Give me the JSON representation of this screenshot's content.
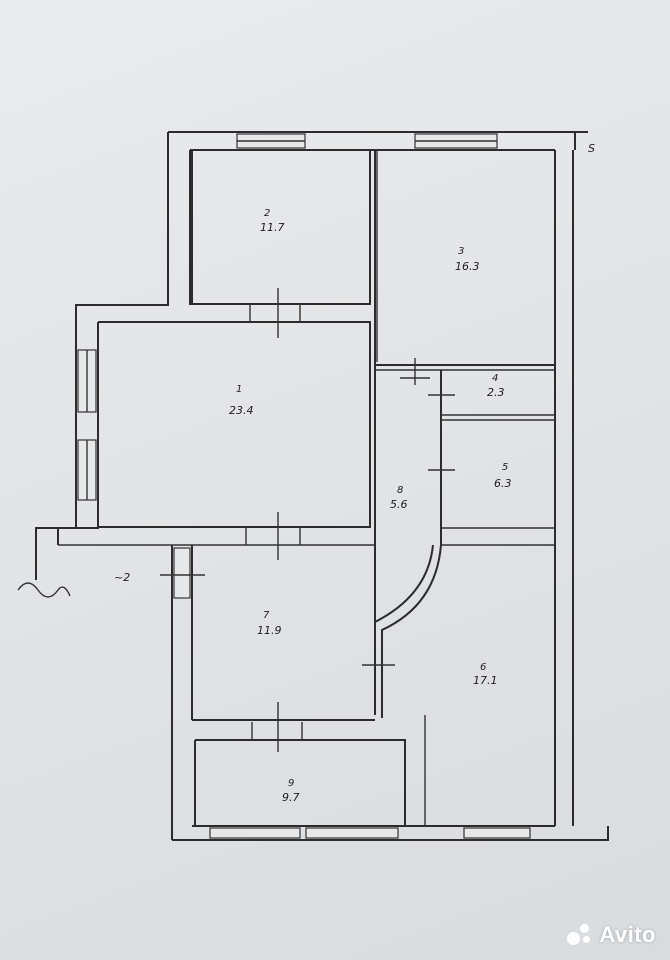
{
  "rooms": [
    {
      "number": "1",
      "area": "23.4"
    },
    {
      "number": "2",
      "area": "11.7"
    },
    {
      "number": "3",
      "area": "16.3"
    },
    {
      "number": "4",
      "area": "2.3"
    },
    {
      "number": "5",
      "area": "6.3"
    },
    {
      "number": "6",
      "area": "17.1"
    },
    {
      "number": "7",
      "area": "11.9"
    },
    {
      "number": "8",
      "area": "5.6"
    },
    {
      "number": "9",
      "area": "9.7"
    }
  ],
  "markers": {
    "entrance": "~2",
    "corner": "S"
  },
  "watermark": {
    "text": "Avito"
  }
}
